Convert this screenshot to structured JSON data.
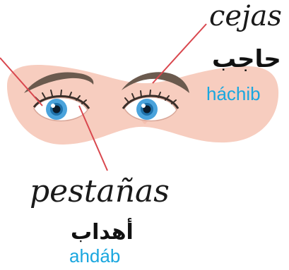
{
  "labels": {
    "eyebrows": {
      "spanish": "cejas",
      "arabic": "حاجب",
      "transliteration": "háchib"
    },
    "eyelashes": {
      "spanish": "pestañas",
      "arabic": "أهداب",
      "transliteration": "ahdáb"
    }
  },
  "colors": {
    "mask": "#f7cdbf",
    "skin_shadow": "#f2b7a7",
    "eyebrow": "#6b5a4e",
    "iris": "#4aa3dc",
    "pointer_line": "#d9474e",
    "transliteration": "#1aa7df"
  },
  "icons": [
    "eyes-illustration"
  ]
}
